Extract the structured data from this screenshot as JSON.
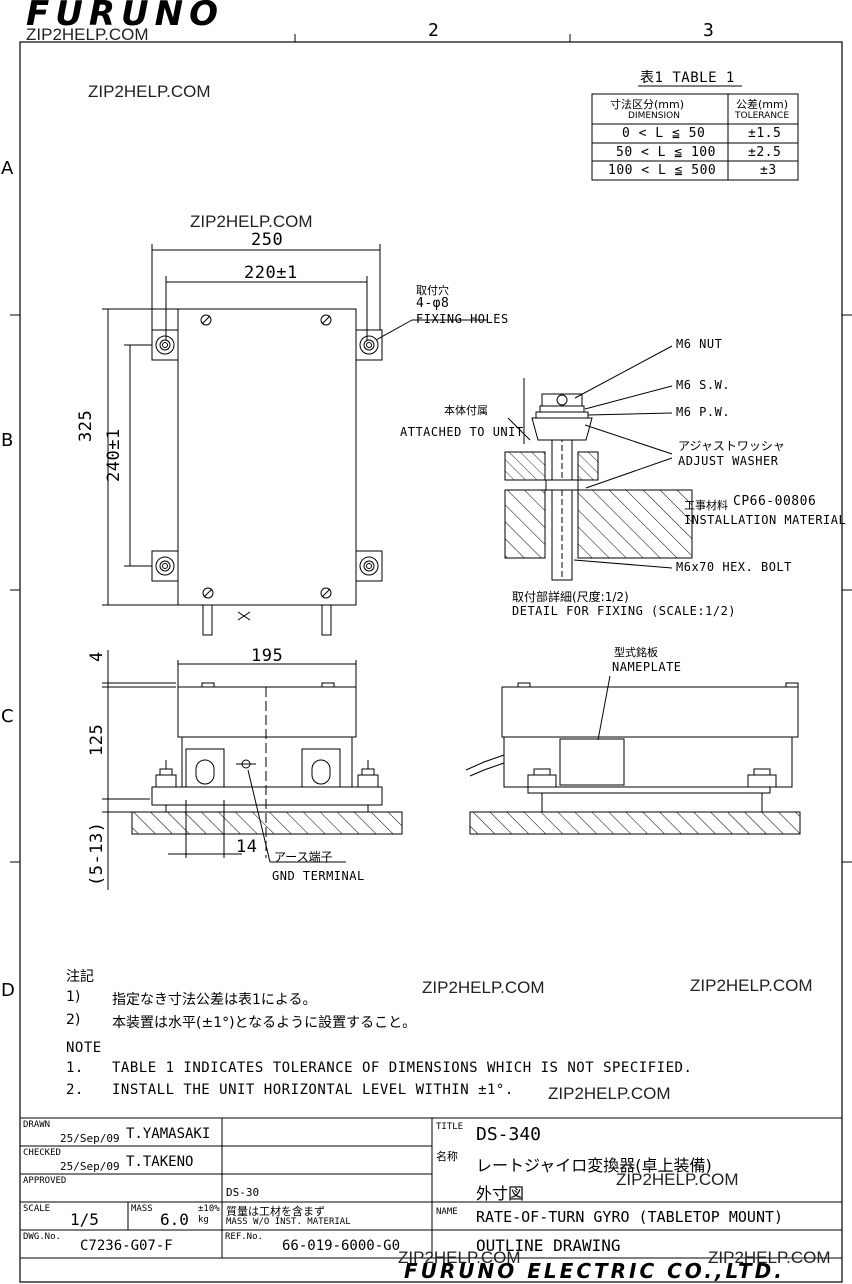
{
  "brand_top": "FURUNO",
  "brand_bottom": "FURUNO ELECTRIC CO.,LTD.",
  "watermark": "ZIP2HELP.COM",
  "col_markers": [
    "2",
    "3"
  ],
  "row_markers": [
    "A",
    "B",
    "C",
    "D"
  ],
  "table1": {
    "title": "表1 TABLE 1",
    "head_dim_jp": "寸法区分(mm)",
    "head_dim_en": "DIMENSION",
    "head_tol_jp": "公差(mm)",
    "head_tol_en": "TOLERANCE",
    "rows": [
      {
        "dim": "0 < L ≦ 50",
        "tol": "±1.5"
      },
      {
        "dim": "50 < L ≦ 100",
        "tol": "±2.5"
      },
      {
        "dim": "100 < L ≦ 500",
        "tol": "±3"
      }
    ]
  },
  "dims": {
    "w250": "250",
    "w220": "220±1",
    "h325": "325",
    "h240": "240±1",
    "w195": "195",
    "h4": "4",
    "h125": "125",
    "h513": "(5-13)",
    "w14": "14"
  },
  "labels": {
    "holes_jp": "取付穴",
    "holes_qty": "4-φ8",
    "holes_en": "FIXING HOLES",
    "m6nut": "M6 NUT",
    "m6sw": "M6 S.W.",
    "m6pw": "M6 P.W.",
    "attached_jp": "本体付属",
    "attached_en": "ATTACHED TO UNIT",
    "adjust_jp": "アジャストワッシャ",
    "adjust_en": "ADJUST WASHER",
    "install_jp": "工事材料",
    "install_code": "CP66-00806",
    "install_en": "INSTALLATION MATERIAL",
    "bolt": "M6x70 HEX. BOLT",
    "detail_jp": "取付部詳細(尺度:1/2)",
    "detail_en": "DETAIL FOR FIXING (SCALE:1/2)",
    "nameplate_jp": "型式銘板",
    "nameplate_en": "NAMEPLATE",
    "gnd_jp": "アース端子",
    "gnd_en": "GND TERMINAL"
  },
  "notes": {
    "jp_title": "注記",
    "jp1_num": "1)",
    "jp1": "指定なき寸法公差は表1による。",
    "jp2_num": "2)",
    "jp2": "本装置は水平(±1°)となるように設置すること。",
    "en_title": "NOTE",
    "en1_num": "1.",
    "en1": "TABLE 1 INDICATES TOLERANCE OF DIMENSIONS WHICH IS NOT SPECIFIED.",
    "en2_num": "2.",
    "en2": "INSTALL THE UNIT HORIZONTAL LEVEL WITHIN ±1°."
  },
  "title_block": {
    "drawn_lbl": "DRAWN",
    "drawn_date": "25/Sep/09",
    "drawn_name": "T.YAMASAKI",
    "checked_lbl": "CHECKED",
    "checked_date": "25/Sep/09",
    "checked_name": "T.TAKENO",
    "approved_lbl": "APPROVED",
    "scale_lbl": "SCALE",
    "scale": "1/5",
    "mass_lbl": "MASS",
    "mass": "6.0",
    "mass_unit": "±10% kg",
    "mass_note_jp": "質量は工材を含まず",
    "mass_note_en": "MASS W/O INST. MATERIAL",
    "ds30": "DS-30",
    "dwg_lbl": "DWG.No.",
    "dwg": "C7236-G07-F",
    "ref_lbl": "REF.No.",
    "ref": "66-019-6000-G0",
    "title_lbl": "TITLE",
    "title": "DS-340",
    "name_lbl": "名称",
    "name_jp": "レートジャイロ変換器(卓上装備)",
    "drawing_jp": "外寸図",
    "name_en_lbl": "NAME",
    "name_en": "RATE-OF-TURN GYRO (TABLETOP MOUNT)",
    "drawing_en": "OUTLINE DRAWING"
  }
}
